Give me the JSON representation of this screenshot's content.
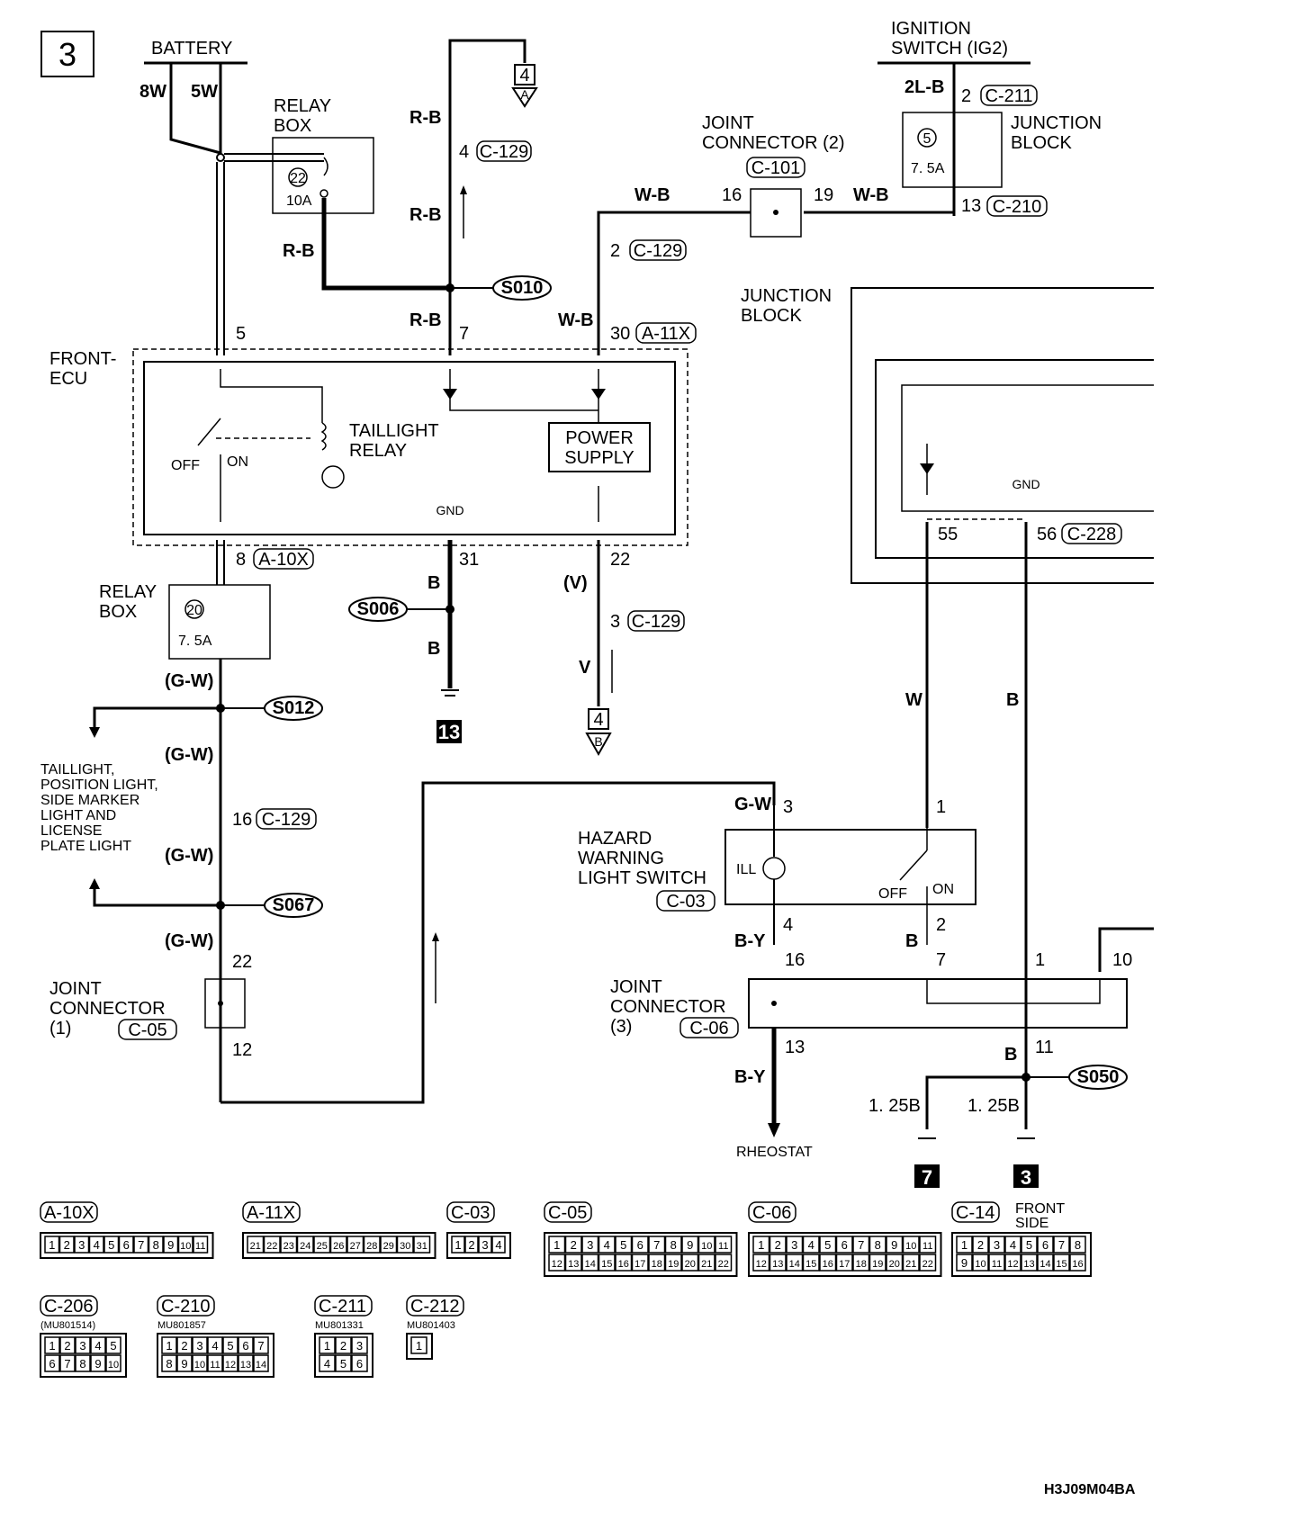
{
  "page_number": "3",
  "diagram_code": "H3J09M04BA",
  "power": {
    "battery": "BATTERY",
    "battery_wire_8w": "8W",
    "battery_wire_5w": "5W",
    "ignition_switch": "IGNITION\nSWITCH (IG2)",
    "wire_2lb": "2L-B"
  },
  "components": {
    "relay_box_top": "RELAY\nBOX",
    "fuse_22": "22",
    "fuse_22_rating": "10A",
    "relay_box_bottom": "RELAY\nBOX",
    "fuse_20": "20",
    "fuse_20_rating": "7. 5A",
    "junction_block_top": "JUNCTION\nBLOCK",
    "fuse_5": "5",
    "fuse_5_rating": "7. 5A",
    "joint_connector_2": "JOINT\nCONNECTOR (2)",
    "joint_connector_2_code": "C-101",
    "front_ecu": "FRONT-\nECU",
    "taillight_relay": "TAILLIGHT\nRELAY",
    "power_supply": "POWER\nSUPPLY",
    "ecu_off": "OFF",
    "ecu_on": "ON",
    "ecu_gnd": "GND",
    "junction_block_right": "JUNCTION\nBLOCK",
    "jb_gnd": "GND",
    "hazard_switch": "HAZARD\nWARNING\nLIGHT SWITCH",
    "hazard_switch_code": "C-03",
    "hazard_ill": "ILL",
    "hazard_off": "OFF",
    "hazard_on": "ON",
    "joint_connector_1": "JOINT\nCONNECTOR\n(1)",
    "joint_connector_1_code": "C-05",
    "joint_connector_3": "JOINT\nCONNECTOR\n(3)",
    "joint_connector_3_code": "C-06",
    "taillight_note": "TAILLIGHT,\nPOSITION LIGHT,\nSIDE MARKER\nLIGHT AND\nLICENSE\nPLATE LIGHT",
    "rheostat": "RHEOSTAT"
  },
  "wires": {
    "rb": "R-B",
    "wb": "W-B",
    "b": "B",
    "v": "V",
    "v_paren": "(V)",
    "gw": "(G-W)",
    "gw_plain": "G-W",
    "by": "B-Y",
    "w": "W",
    "b125": "1. 25B"
  },
  "pins": {
    "p5": "5",
    "p7": "7",
    "p30": "30",
    "p4": "4",
    "p2": "2",
    "p16": "16",
    "p19": "19",
    "p13": "13",
    "p8": "8",
    "p31": "31",
    "p22": "22",
    "p3": "3",
    "p55": "55",
    "p56": "56",
    "p1": "1",
    "p12": "12",
    "p10": "10",
    "p11": "11"
  },
  "connector_codes": {
    "c129": "C-129",
    "a11x": "A-11X",
    "a10x": "A-10X",
    "c211": "C-211",
    "c210": "C-210",
    "c228": "C-228",
    "c101": "C-101"
  },
  "splices": {
    "s010": "S010",
    "s006": "S006",
    "s012": "S012",
    "s067": "S067",
    "s050": "S050"
  },
  "refs": {
    "ref4a_num": "4",
    "ref4a_letter": "A",
    "ref4b_num": "4",
    "ref4b_letter": "B",
    "ground13": "13",
    "ground7": "7",
    "ground3": "3"
  },
  "connector_legend": [
    {
      "code": "A-10X",
      "pins": [
        "1",
        "2",
        "3",
        "4",
        "5",
        "6",
        "7",
        "8",
        "9",
        "10",
        "11"
      ]
    },
    {
      "code": "A-11X",
      "pins": [
        "21",
        "22",
        "23",
        "24",
        "25",
        "26",
        "27",
        "28",
        "29",
        "30",
        "31"
      ]
    },
    {
      "code": "C-03",
      "pins": [
        "1",
        "2",
        "3",
        "4"
      ]
    },
    {
      "code": "C-05",
      "pins": [
        "1",
        "2",
        "3",
        "4",
        "5",
        "6",
        "7",
        "8",
        "9",
        "10",
        "11",
        "12",
        "13",
        "14",
        "15",
        "16",
        "17",
        "18",
        "19",
        "20",
        "21",
        "22"
      ]
    },
    {
      "code": "C-06",
      "pins": [
        "1",
        "2",
        "3",
        "4",
        "5",
        "6",
        "7",
        "8",
        "9",
        "10",
        "11",
        "12",
        "13",
        "14",
        "15",
        "16",
        "17",
        "18",
        "19",
        "20",
        "21",
        "22"
      ]
    },
    {
      "code": "C-14",
      "note": "FRONT\nSIDE",
      "pins": [
        "1",
        "2",
        "3",
        "4",
        "5",
        "6",
        "7",
        "8",
        "9",
        "10",
        "11",
        "12",
        "13",
        "14",
        "15",
        "16"
      ]
    },
    {
      "code": "C-206",
      "part": "(MU801514)",
      "pins": [
        "1",
        "2",
        "3",
        "4",
        "5",
        "6",
        "7",
        "8",
        "9",
        "10"
      ]
    },
    {
      "code": "C-210",
      "part": "MU801857",
      "pins": [
        "1",
        "2",
        "3",
        "4",
        "5",
        "6",
        "7",
        "8",
        "9",
        "10",
        "11",
        "12",
        "13",
        "14"
      ]
    },
    {
      "code": "C-211",
      "part": "MU801331",
      "pins": [
        "1",
        "2",
        "3",
        "4",
        "5",
        "6"
      ]
    },
    {
      "code": "C-212",
      "part": "MU801403",
      "pins": [
        "1"
      ]
    }
  ]
}
